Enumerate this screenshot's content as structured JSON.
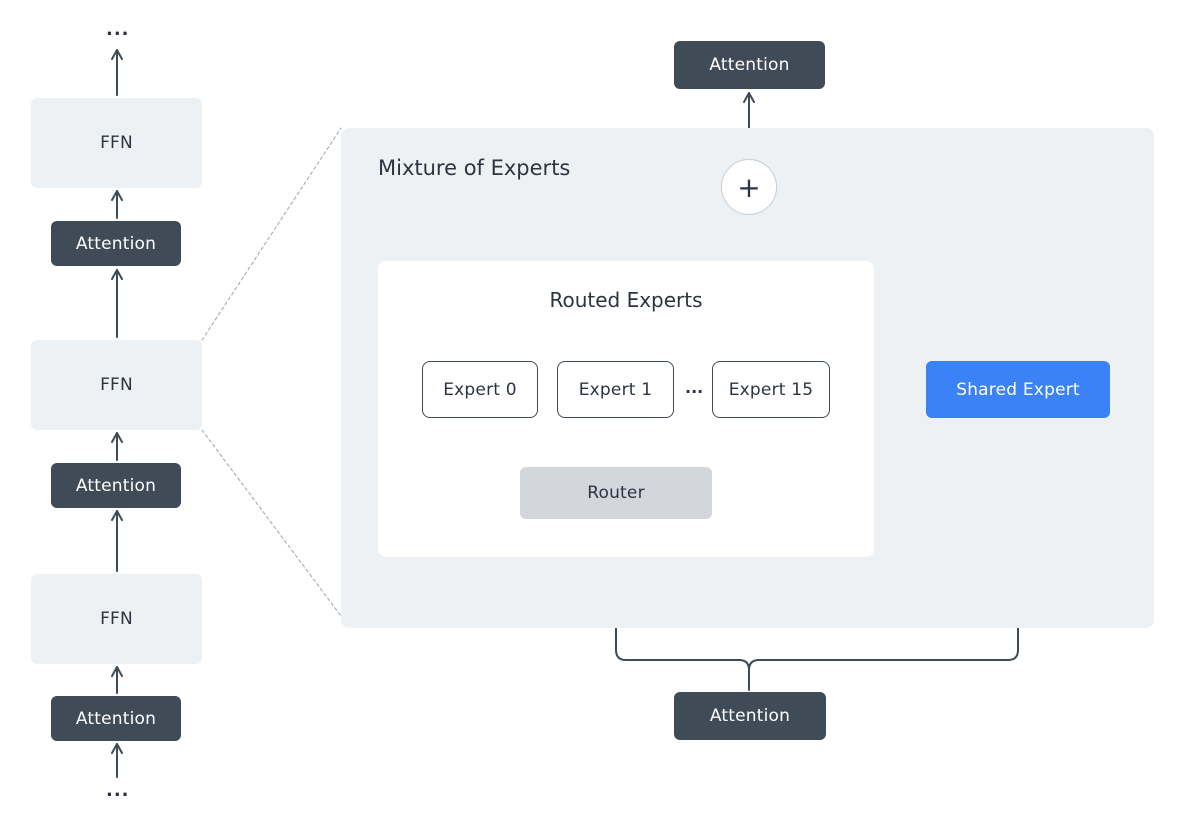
{
  "left_stack": {
    "top_ellipsis": "...",
    "bottom_ellipsis": "...",
    "ffn_top": "FFN",
    "attention_upper": "Attention",
    "ffn_middle": "FFN",
    "attention_middle": "Attention",
    "ffn_bottom": "FFN",
    "attention_bottom": "Attention"
  },
  "moe": {
    "title": "Mixture of Experts",
    "routed": {
      "title": "Routed Experts",
      "experts": [
        "Expert 0",
        "Expert 1",
        "Expert 15"
      ],
      "ellipsis": "...",
      "router": "Router"
    },
    "shared_expert": "Shared Expert",
    "combine_symbol": "+"
  },
  "attention_top": "Attention",
  "attention_input": "Attention",
  "colors": {
    "dark_box": "#3f4b57",
    "panel": "#eef1f4",
    "router": "#d3d7dc",
    "shared_expert": "#3b82f6",
    "line": "#3f4b57"
  }
}
